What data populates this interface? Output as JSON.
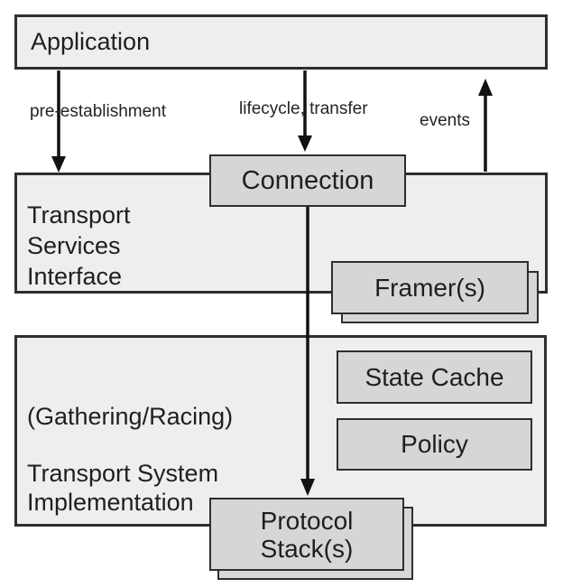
{
  "boxes": {
    "application": {
      "label": "Application"
    },
    "transport_services_interface": {
      "lines": [
        "Transport",
        "Services",
        "Interface"
      ]
    },
    "connection": {
      "label": "Connection"
    },
    "framers": {
      "label": "Framer(s)"
    },
    "transport_system_implementation": {
      "gathering": "(Gathering/Racing)",
      "lines": [
        "Transport System",
        "Implementation"
      ]
    },
    "state_cache": {
      "label": "State Cache"
    },
    "policy": {
      "label": "Policy"
    },
    "protocol_stacks": {
      "lines": [
        "Protocol",
        "Stack(s)"
      ]
    }
  },
  "arrows": {
    "pre_establishment": {
      "label": "pre-establishment",
      "direction": "down"
    },
    "lifecycle_transfer": {
      "label": "lifecycle, transfer",
      "direction": "down"
    },
    "events": {
      "label": "events",
      "direction": "up"
    },
    "connection_to_protocol": {
      "label": "",
      "direction": "down"
    }
  },
  "colors": {
    "light_fill": "#eeeeee",
    "dark_fill": "#d6d6d6",
    "border": "#2e2e2e",
    "arrow": "#111111",
    "text": "#1f1f1f",
    "background": "#ffffff"
  }
}
